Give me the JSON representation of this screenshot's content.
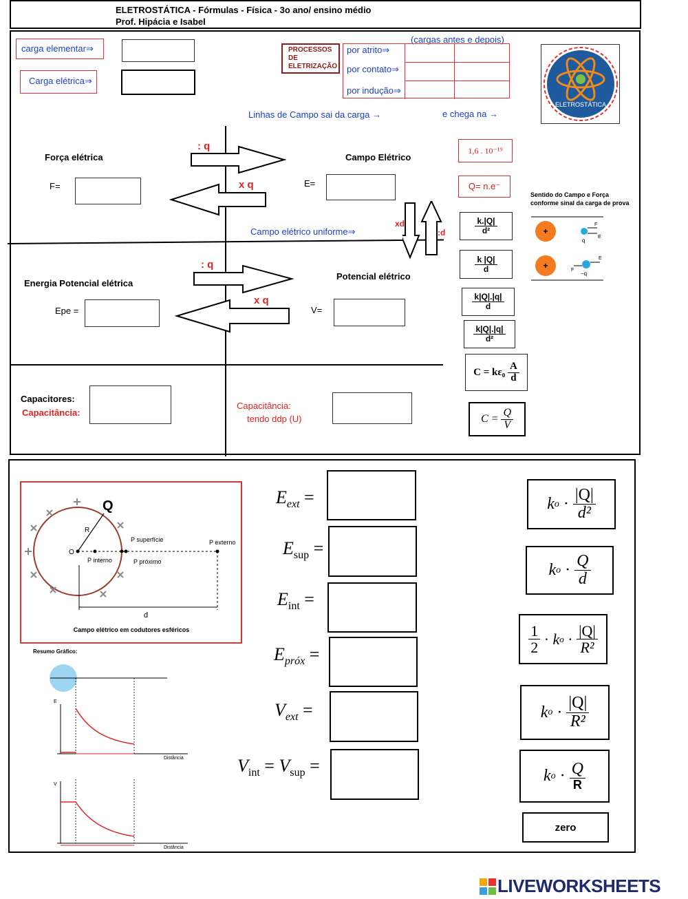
{
  "header": {
    "title": "ELETROSTÁTICA - Fórmulas - Física - 3o ano/ ensino médio",
    "authors": "Prof. Hipácia e Isabel"
  },
  "top": {
    "carga_elementar": "carga elementar⇒",
    "carga_eletrica": "Carga elétrica⇒",
    "processos": "PROCESSOS DE ELETRIZAÇÃO",
    "cargas_antes": "(cargas antes e depois)",
    "por_atrito": "por atrito⇒",
    "por_contato": "por contato⇒",
    "por_inducao": "por indução⇒",
    "logo_text": "ELETROSTÁTICA",
    "linhas_campo": "Linhas de Campo sai da carga →",
    "e_chega_na": "e chega na →"
  },
  "grid": {
    "forca_eletrica": "Força elétrica",
    "f_eq": "F=",
    "campo_eletrico": "Campo Elétrico",
    "e_eq": "E=",
    "div_q_1": ": q",
    "mul_q_1": "x q",
    "div_q_2": ":  q",
    "mul_q_2": "x q",
    "xd": "xd",
    "div_d": ":d",
    "campo_uniforme": "Campo elétrico uniforme⇒",
    "energia_potencial": "Energia Potencial elétrica",
    "epe_eq": "Epe =",
    "potencial_eletrico": "Potencial elétrico",
    "v_eq": "V=",
    "capacitores": "Capacitores:",
    "capacitancia": "Capacitância:",
    "capacitancia_ddp_1": "Capacitância:",
    "capacitancia_ddp_2": "tendo ddp (U)"
  },
  "answers_right": {
    "carga_elem_value": "1,6 . 10⁻¹⁹",
    "q_ne": "Q= n.e⁻",
    "k_q_d2_num": "k.|Q|",
    "k_q_d2_den": "d²",
    "k_q_d_num": "k |Q|",
    "k_q_d_den": "d",
    "kqq_d_num": "k|Q|.|q|",
    "kqq_d_den": "d",
    "kqq_d2_num": "k|Q|.|q|",
    "kqq_d2_den": "d²",
    "cap1_lhs": "C = kε₀",
    "cap1_num": "A",
    "cap1_den": "d",
    "cap2_lhs": "C =",
    "cap2_num": "Q",
    "cap2_den": "V"
  },
  "sentido": {
    "title_1": "Sentido do Campo e Força",
    "title_2": "conforme sinal da carga de prova",
    "plus": "+",
    "F": "F",
    "E": "E",
    "q": "q",
    "minus_q": "−q"
  },
  "bottom": {
    "diagram_caption": "Campo elétrico em codutores esféricos",
    "Q": "Q",
    "R": "R",
    "O": "O",
    "p_superficie": "P superfície",
    "p_interno": "P interno",
    "p_externo": "P externo",
    "p_proximo": "P próximo",
    "d": "d",
    "resumo": "Resumo Gráfico:",
    "graph1_ylabel": "E",
    "graph1_xlabel": "Distância",
    "graph2_ylabel": "V",
    "graph2_xlabel": "Distância",
    "eq_ext": "E",
    "eq_ext_sub": "ext",
    "eq_sup": "E",
    "eq_sup_sub": "sup",
    "eq_int": "E",
    "eq_int_sub": "int",
    "eq_prox": "E",
    "eq_prox_sub": "próx",
    "eq_vext": "V",
    "eq_vext_sub": "ext",
    "eq_vint": "V",
    "eq_vint_sub": "int",
    "eq_vsup": "V",
    "eq_vsup_sub": "sup",
    "ko": "k",
    "ko_sub": "o",
    "absQ": "|Q|",
    "Q_plain": "Q",
    "d2": "d²",
    "d_plain": "d",
    "R2": "R²",
    "R_plain": "R",
    "half_num": "1",
    "half_den": "2",
    "zero": "zero"
  },
  "footer": {
    "brand": "LIVEWORKSHEETS"
  }
}
